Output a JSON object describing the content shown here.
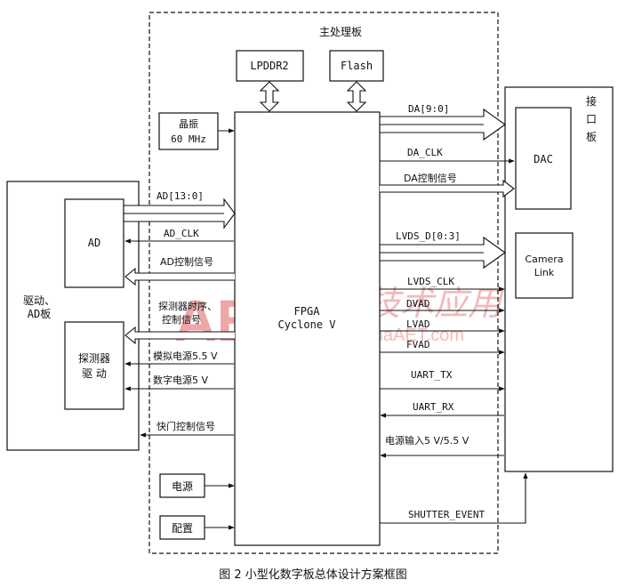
{
  "colors": {
    "watermark": "#e06060",
    "line": "#111111"
  },
  "labels": {
    "main_board": "主处理板",
    "lpddr2": "LPDDR2",
    "flash": "Flash",
    "crystal_l1": "晶振",
    "crystal_l2": "60 MHz",
    "fpga_l1": "FPGA",
    "fpga_l2": "Cyclone V",
    "power": "电源",
    "config": "配置",
    "drive_board_l1": "驱动、",
    "drive_board_l2": "AD板",
    "ad": "AD",
    "detector_drive_l1": "探测器",
    "detector_drive_l2": "驱 动",
    "interface_board": [
      "接",
      "口",
      "板"
    ],
    "dac": "DAC",
    "camera_link_l1": "Camera",
    "camera_link_l2": "Link"
  },
  "signals": {
    "ad_data": "AD[13:0]",
    "ad_clk": "AD_CLK",
    "ad_ctrl": "AD控制信号",
    "det_timing_l1": "探测器时序、",
    "det_timing_l2": "控制信号",
    "analog_power": "模拟电源5.5 V",
    "digital_power": "数字电源5 V",
    "shutter_ctrl": "快门控制信号",
    "da_data": "DA[9:0]",
    "da_clk": "DA_CLK",
    "da_ctrl": "DA控制信号",
    "lvds_d": "LVDS_D[0:3]",
    "lvds_clk": "LVDS_CLK",
    "dvad": "DVAD",
    "lvad": "LVAD",
    "fvad": "FVAD",
    "uart_tx": "UART_TX",
    "uart_rx": "UART_RX",
    "power_in": "电源输入5 V/5.5 V",
    "shutter_event": "SHUTTER_EVENT"
  },
  "watermark": {
    "logo": "AET",
    "chinese": "电子技术应用",
    "url": "www.ChinaAET.com"
  },
  "caption": "图 2   小型化数字板总体设计方案框图"
}
